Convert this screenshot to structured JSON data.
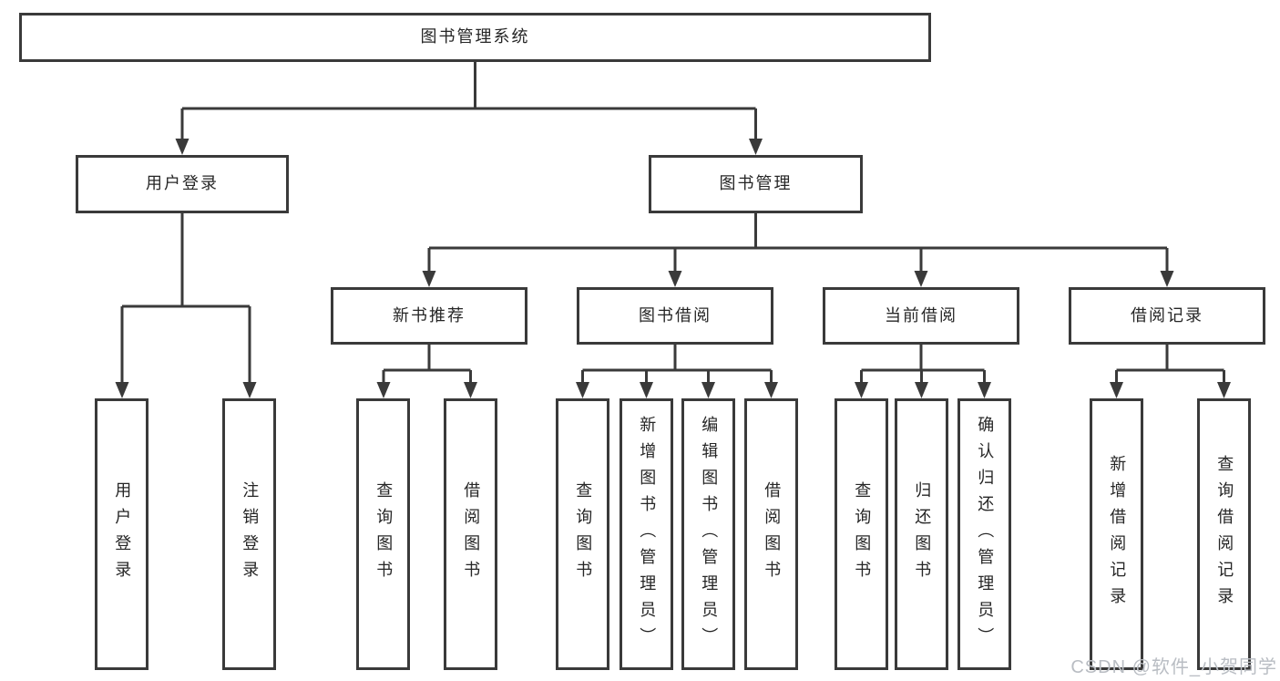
{
  "diagram": {
    "type": "hierarchy-diagram",
    "tree": {
      "label": "图书管理系统",
      "children": [
        {
          "label": "用户登录",
          "children": [
            {
              "label": "用户登录"
            },
            {
              "label": "注销登录"
            }
          ]
        },
        {
          "label": "图书管理",
          "children": [
            {
              "label": "新书推荐",
              "children": [
                {
                  "label": "查询图书"
                },
                {
                  "label": "借阅图书"
                }
              ]
            },
            {
              "label": "图书借阅",
              "children": [
                {
                  "label": "查询图书"
                },
                {
                  "label": "新增图书（管理员）"
                },
                {
                  "label": "编辑图书（管理员）"
                },
                {
                  "label": "借阅图书"
                }
              ]
            },
            {
              "label": "当前借阅",
              "children": [
                {
                  "label": "查询图书"
                },
                {
                  "label": "归还图书"
                },
                {
                  "label": "确认归还（管理员）"
                }
              ]
            },
            {
              "label": "借阅记录",
              "children": [
                {
                  "label": "新增借阅记录"
                },
                {
                  "label": "查询借阅记录"
                }
              ]
            }
          ]
        }
      ]
    }
  },
  "watermark": {
    "text": "CSDN @软件_小贺同学"
  },
  "colors": {
    "line": "#3a3a3a",
    "box_border": "#3a3a3a",
    "text": "#262626",
    "watermark": "#b9bdc3",
    "background": "#ffffff"
  }
}
